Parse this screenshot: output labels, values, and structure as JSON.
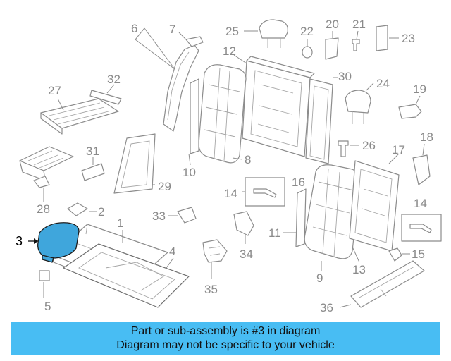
{
  "highlighted_part": "3",
  "callouts": {
    "c1": "1",
    "c2": "2",
    "c3": "3",
    "c4": "4",
    "c5": "5",
    "c6": "6",
    "c7": "7",
    "c8": "8",
    "c9": "9",
    "c10": "10",
    "c11": "11",
    "c12": "12",
    "c13": "13",
    "c14a": "14",
    "c14b": "14",
    "c15": "15",
    "c16": "16",
    "c17": "17",
    "c18": "18",
    "c19": "19",
    "c20": "20",
    "c21": "21",
    "c22": "22",
    "c23": "23",
    "c24": "24",
    "c25": "25",
    "c26": "26",
    "c27": "27",
    "c28": "28",
    "c29": "29",
    "c30": "30",
    "c31": "31",
    "c32": "32",
    "c33": "33",
    "c34": "34",
    "c35": "35",
    "c36": "36"
  },
  "banner": {
    "line1": "Part or sub-assembly is #3 in diagram",
    "line2": "Diagram may not be specific to your vehicle"
  },
  "colors": {
    "banner_bg": "#48bdf3",
    "highlight_fill": "#3fa6dc",
    "callout_text": "#8a8a8a",
    "line_art": "#8c8c8c"
  }
}
